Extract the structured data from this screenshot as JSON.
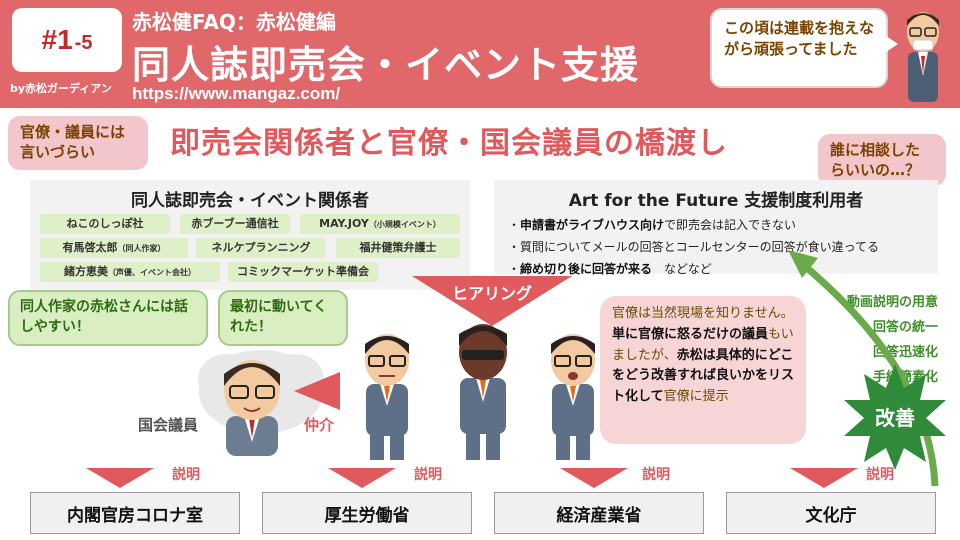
{
  "header": {
    "episode": "#1",
    "episode_sub": "-5",
    "byline": "by赤松ガーディアン",
    "series": "赤松健FAQ：赤松健編",
    "title": "同人誌即売会・イベント支援",
    "url": "https://www.mangaz.com/",
    "bubble": "この頃は連載を抱えながら頑張ってました"
  },
  "bridge_title": "即売会関係者と官僚・国会議員の橋渡し",
  "bubbles": {
    "official": "官僚・議員には言いづらい",
    "consult": "誰に相談したらいいの…？",
    "creator": "同人作家の赤松さんには話しやすい！",
    "first_move": "最初に動いてくれた！"
  },
  "left_panel": {
    "title": "同人誌即売会・イベント関係者",
    "tags": [
      {
        "name": "ねこのしっぽ社",
        "note": ""
      },
      {
        "name": "赤ブーブー通信社",
        "note": ""
      },
      {
        "name": "MAY.JOY",
        "note": "（小規模イベント）"
      },
      {
        "name": "有馬啓太郎",
        "note": "（同人作家）"
      },
      {
        "name": "ネルケプランニング",
        "note": ""
      },
      {
        "name": "福井健策弁護士",
        "note": ""
      },
      {
        "name": "緒方恵美",
        "note": "（声優、イベント会社）"
      },
      {
        "name": "コミックマーケット準備会",
        "note": ""
      }
    ]
  },
  "right_panel": {
    "title": "Art for the Future 支援制度利用者",
    "bullets": [
      {
        "bold": "申請書がライブハウス向け",
        "rest": "で即売会は記入できない"
      },
      {
        "bold": "",
        "rest": "質問についてメールの回答とコールセンターの回答が食い違ってる"
      },
      {
        "bold": "締め切り後に回答が来る",
        "rest": "　などなど"
      }
    ]
  },
  "hearing": "ヒアリング",
  "explain": {
    "p1": "官僚は当然現場を知りません。",
    "p2": "単に官僚に怒るだけの議員",
    "p3": "もいましたが、",
    "p4": "赤松は具体的にどこをどう改善すれば良いかをリスト化して",
    "p5": "官僚に提示"
  },
  "improvements": [
    "動画説明の用意",
    "回答の統一",
    "回答迅速化",
    "手続簡素化"
  ],
  "kaizen": "改善",
  "labels": {
    "diet_member": "国会議員",
    "mediation": "仲介",
    "explain": "説明"
  },
  "ministries": [
    "内閣官房コロナ室",
    "厚生労働省",
    "経済産業省",
    "文化庁"
  ],
  "colors": {
    "accent": "#e1686a",
    "green": "#3f8f2a",
    "pink_bubble": "#f3c6cc"
  }
}
